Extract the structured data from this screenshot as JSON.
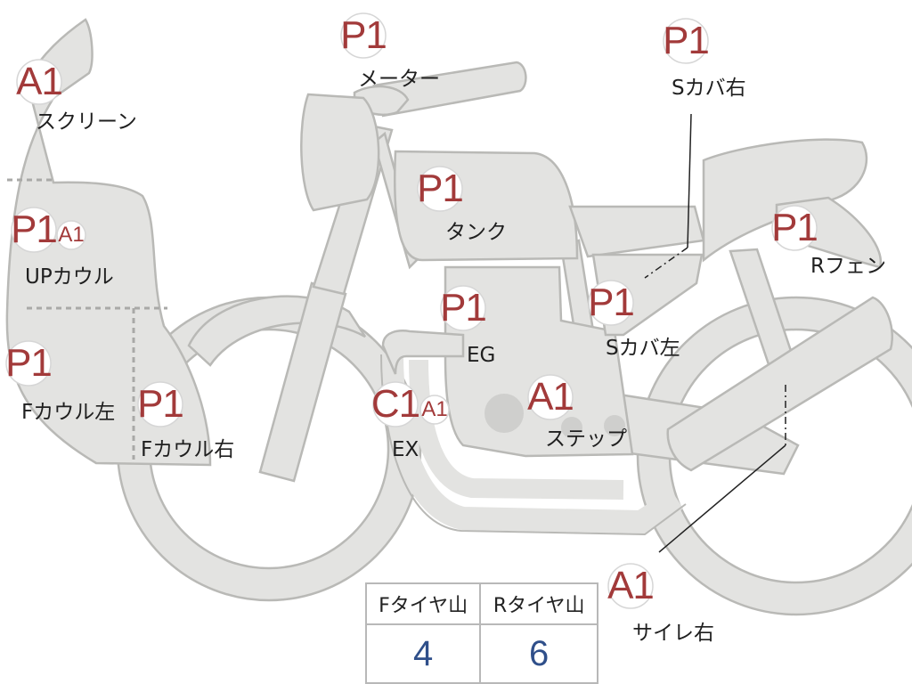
{
  "parts": [
    {
      "id": "screen",
      "name": "スクリーン",
      "grades": [
        "A1"
      ]
    },
    {
      "id": "up-cowl",
      "name": "UPカウル",
      "grades": [
        "P1",
        "A1"
      ]
    },
    {
      "id": "f-cowl-left",
      "name": "Fカウル左",
      "grades": [
        "P1"
      ]
    },
    {
      "id": "f-cowl-right",
      "name": "Fカウル右",
      "grades": [
        "P1"
      ]
    },
    {
      "id": "meter",
      "name": "メーター",
      "grades": [
        "P1"
      ]
    },
    {
      "id": "tank",
      "name": "タンク",
      "grades": [
        "P1"
      ]
    },
    {
      "id": "engine",
      "name": "EG",
      "grades": [
        "P1"
      ]
    },
    {
      "id": "exhaust",
      "name": "EX",
      "grades": [
        "C1",
        "A1"
      ]
    },
    {
      "id": "step",
      "name": "ステップ",
      "grades": [
        "A1"
      ]
    },
    {
      "id": "side-cover-left",
      "name": "Sカバ左",
      "grades": [
        "P1"
      ]
    },
    {
      "id": "side-cover-right",
      "name": "Sカバ右",
      "grades": [
        "P1"
      ]
    },
    {
      "id": "rear-fender",
      "name": "Rフェン",
      "grades": [
        "P1"
      ]
    },
    {
      "id": "muffler-right",
      "name": "サイレ右",
      "grades": [
        "A1"
      ]
    }
  ],
  "tire_table": {
    "headers": [
      "Fタイヤ山",
      "Rタイヤ山"
    ],
    "values": [
      "4",
      "6"
    ]
  },
  "colors": {
    "grade_text": "#a23a3a",
    "tire_value_text": "#2f4f8a",
    "part_fill": "#e3e3e1"
  }
}
